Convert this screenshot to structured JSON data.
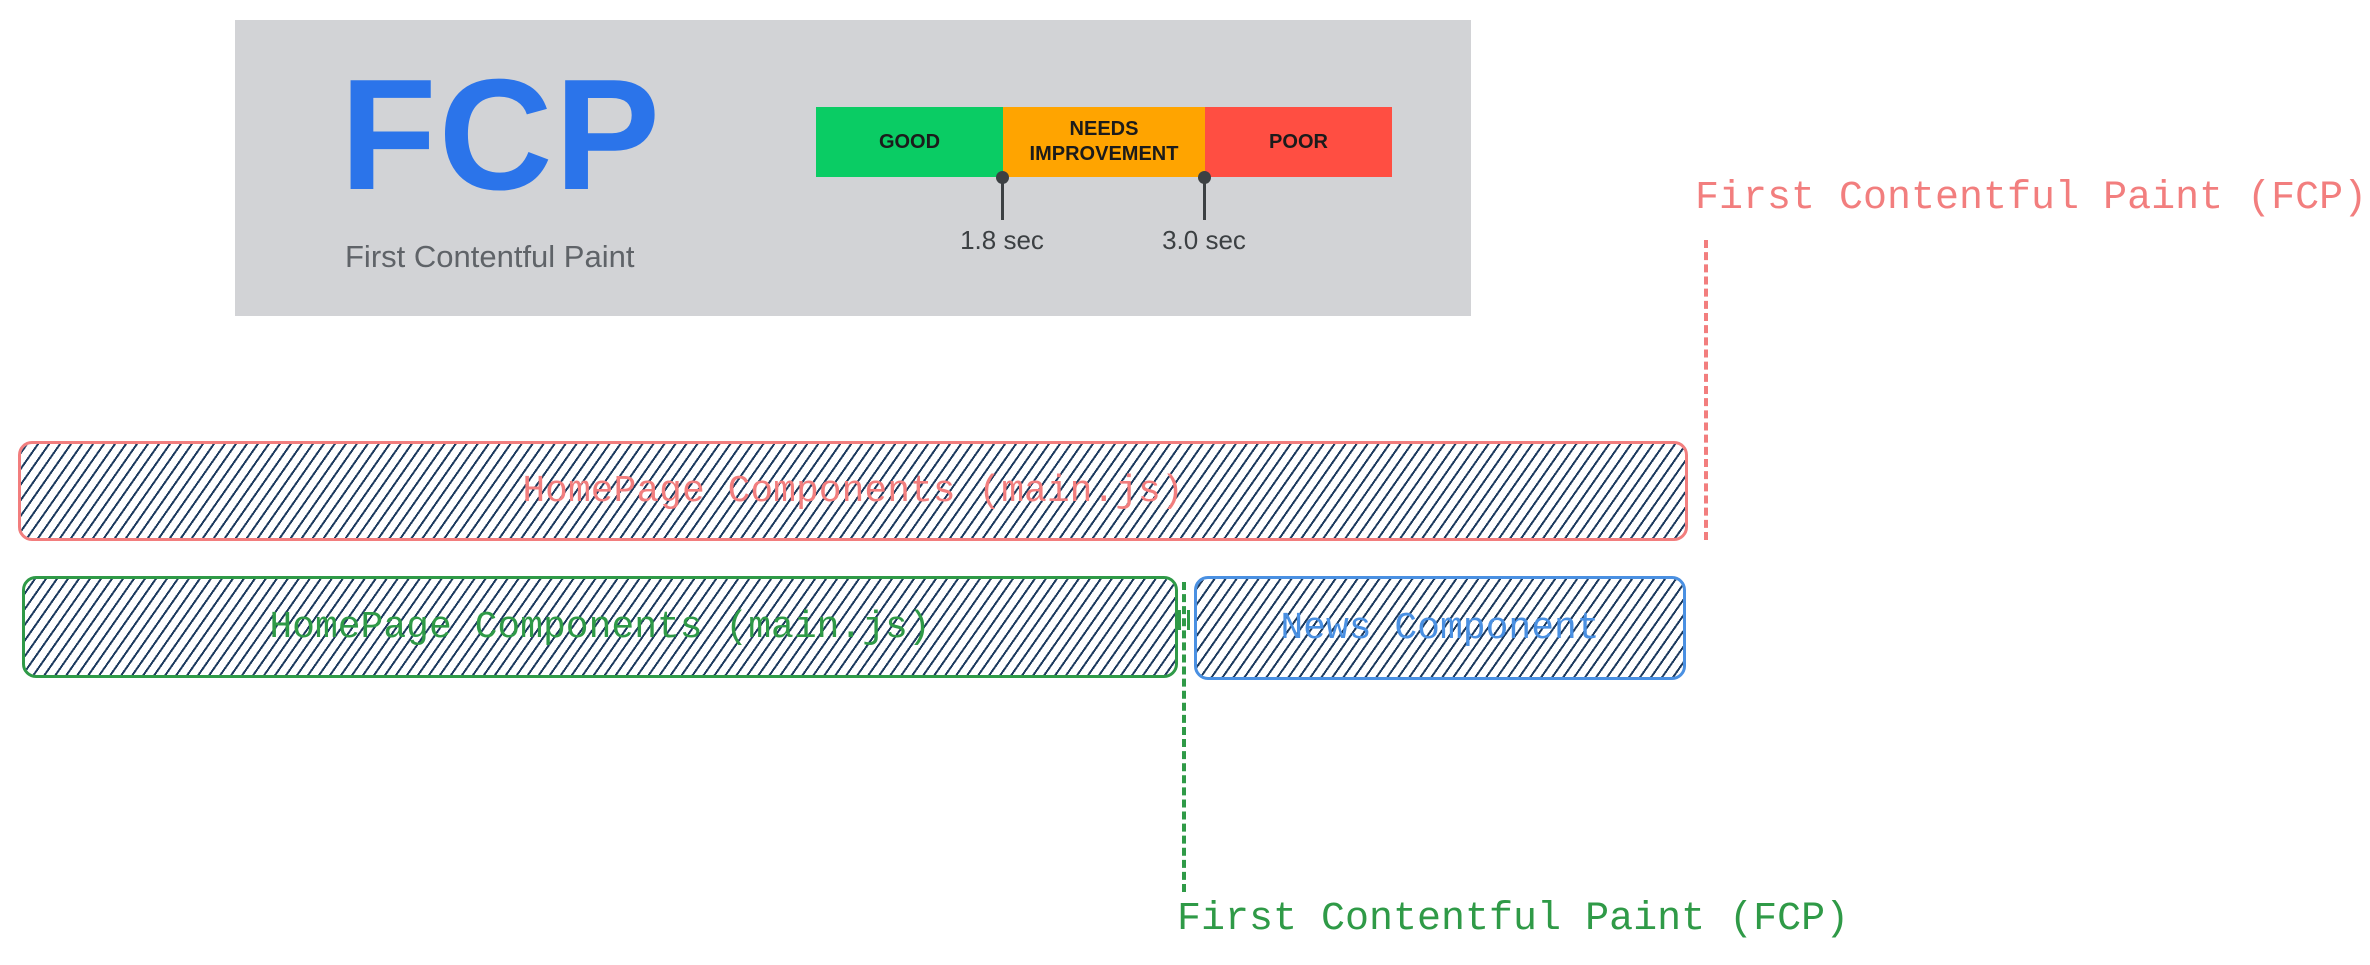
{
  "card": {
    "title": "FCP",
    "subtitle": "First Contentful Paint",
    "segments": [
      {
        "label": "GOOD",
        "color": "#0acc64"
      },
      {
        "label": "NEEDS\nIMPROVEMENT",
        "color": "#ffa400"
      },
      {
        "label": "POOR",
        "color": "#ff4e42"
      }
    ],
    "markers": [
      {
        "label": "1.8 sec"
      },
      {
        "label": "3.0 sec"
      }
    ]
  },
  "bars": {
    "top": {
      "label": "HomePage Components (main.js)",
      "color": "#f27e7e"
    },
    "homepage": {
      "label": "HomePage Components (main.js)",
      "color": "#2f9a47"
    },
    "news": {
      "label": "News Component",
      "color": "#4a90e2"
    }
  },
  "annotations": {
    "fcp_red": "First Contentful Paint (FCP)",
    "fcp_green": "First Contentful Paint (FCP)"
  }
}
